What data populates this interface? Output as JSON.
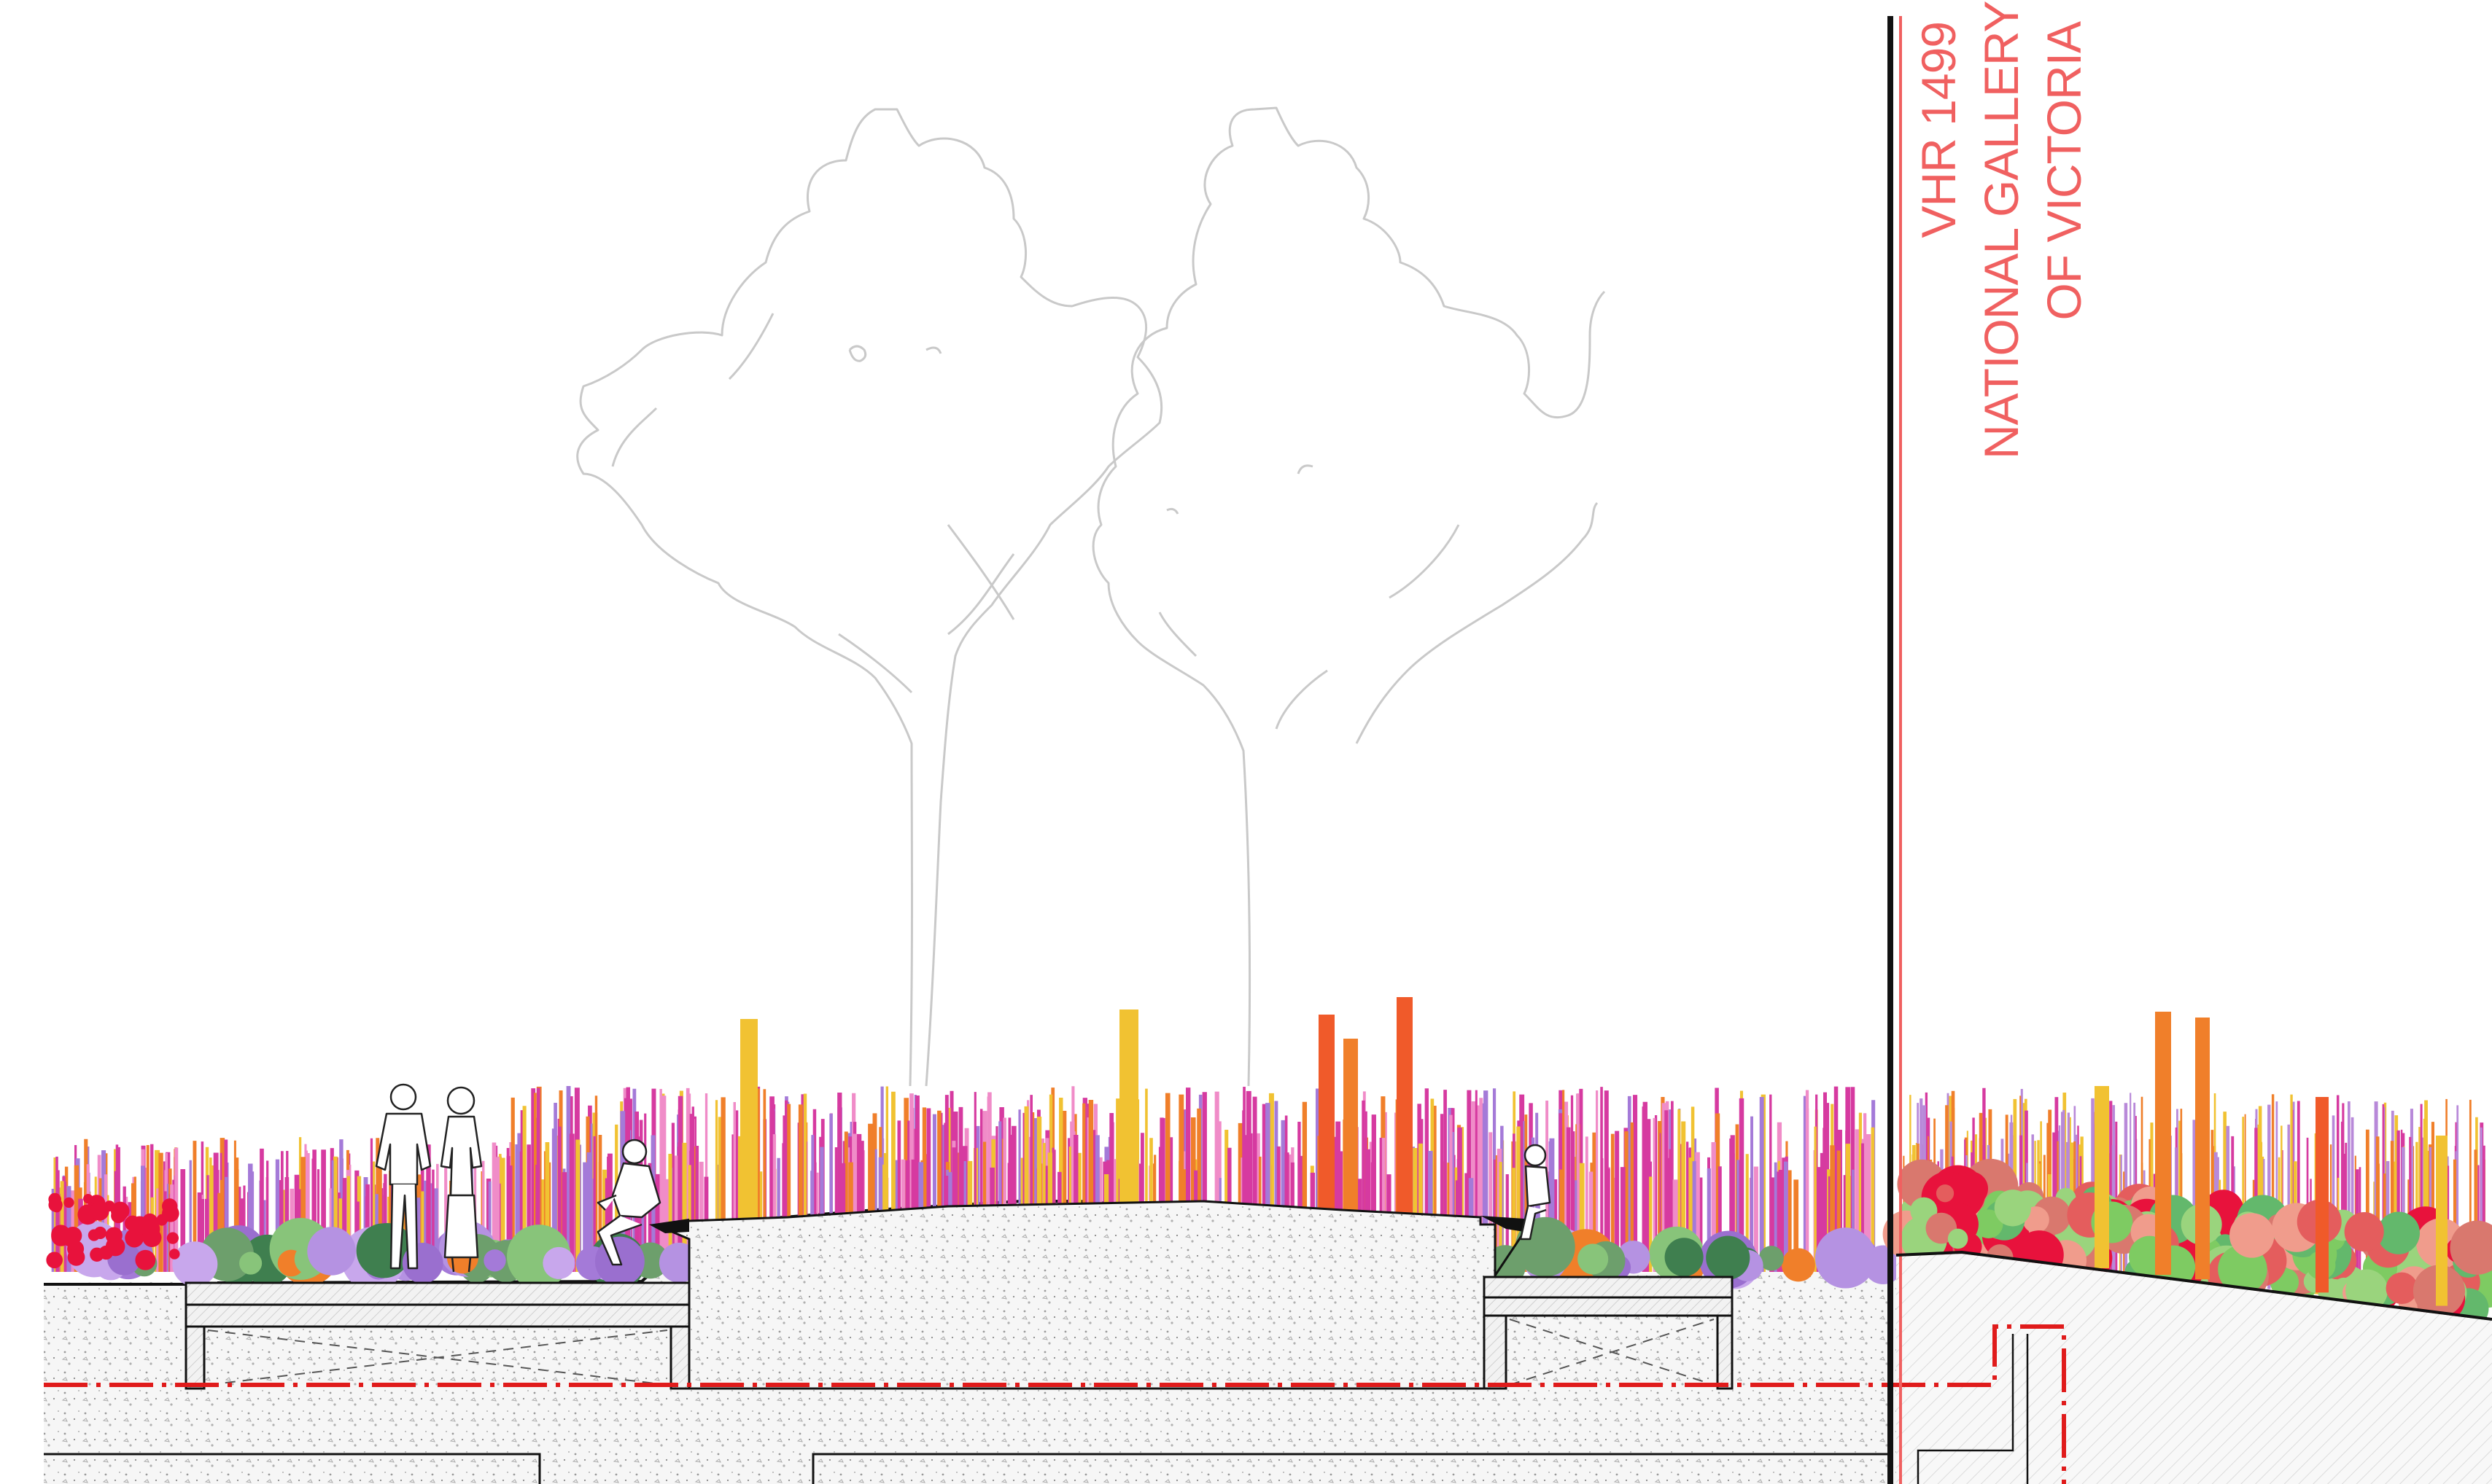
{
  "heritage_label": {
    "line1": "VHR 1499",
    "line2": "NATIONAL GALLERY",
    "line3": "OF VICTORIA"
  },
  "colors": {
    "heritage_red": "#f06060",
    "boundary_red": "#e01b1b",
    "boundary_black": "#111111",
    "tree_outline": "#c9c9c9",
    "concrete_fill": "#f4f4f4",
    "planting_pink": "#d63aa0",
    "planting_purple": "#a47ad8",
    "planting_yellow": "#f1c232",
    "planting_orange": "#f07f2a",
    "planting_red": "#e8123c",
    "planting_green": "#7ecb62"
  },
  "figures": [
    {
      "name": "walking-couple"
    },
    {
      "name": "seated-person-left"
    },
    {
      "name": "seated-person-right"
    }
  ]
}
